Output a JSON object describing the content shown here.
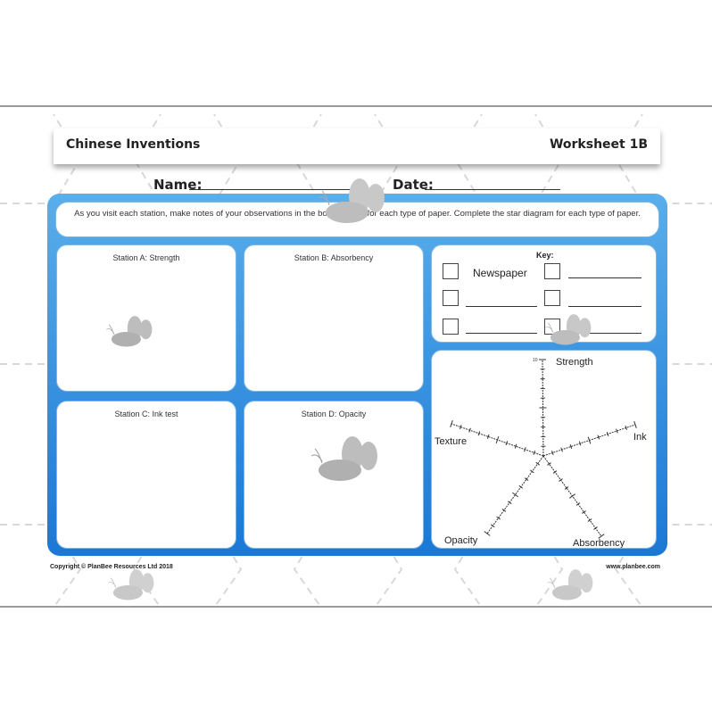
{
  "header": {
    "title": "Chinese Inventions",
    "worksheet": "Worksheet 1B"
  },
  "fields": {
    "name_label": "Name:",
    "date_label": "Date:"
  },
  "instructions": "As you visit each station, make notes of your observations in the boxes below for each type of paper. Complete the star diagram for each type of paper.",
  "stations": {
    "a": "Station A: Strength",
    "b": "Station B: Absorbency",
    "c": "Station C: Ink test",
    "d": "Station D: Opacity"
  },
  "key": {
    "title": "Key:",
    "first_label": "Newspaper"
  },
  "star_diagram": {
    "axes": [
      "Strength",
      "Ink",
      "Absorbency",
      "Opacity",
      "Texture"
    ],
    "scale_max": "10"
  },
  "footer": {
    "copyright": "Copyright © PlanBee Resources Ltd 2018",
    "website": "www.planbee.com"
  },
  "colors": {
    "panel_top": "#5aaeea",
    "panel_bottom": "#1a78d6"
  }
}
